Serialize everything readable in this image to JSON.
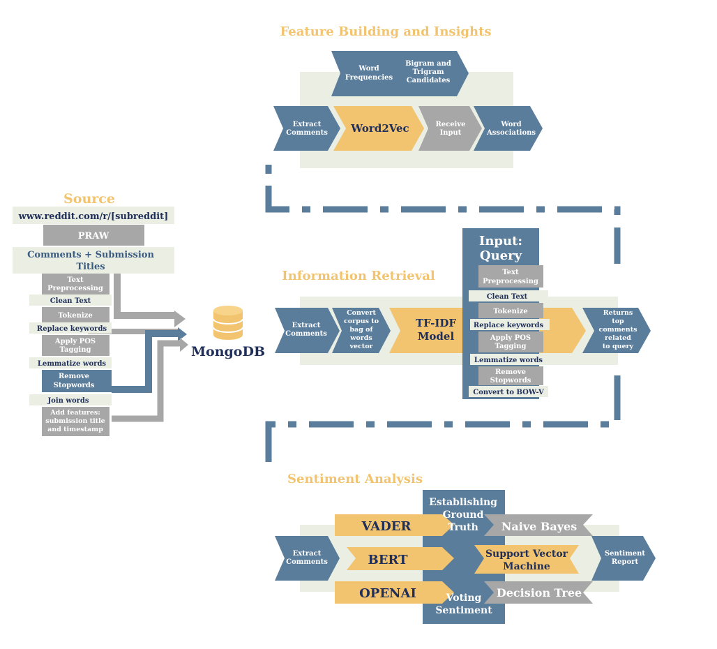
{
  "colors": {
    "blue": "#5a7d9c",
    "gold": "#f2c46f",
    "gray": "#a7a7a7",
    "panel": "#eaeee3",
    "title": "#f2c46f",
    "navy": "#1f2f5a",
    "white": "#ffffff",
    "dark_text": "#3a4a64"
  },
  "source": {
    "title": "Source",
    "url": "www.reddit.com/r/[subreddit]",
    "praw": "PRAW",
    "comments_1": "Comments + Submission",
    "comments_2": "Titles",
    "steps": {
      "text_prep_1": "Text",
      "text_prep_2": "Preprocessing",
      "clean": "Clean Text",
      "tokenize": "Tokenize",
      "replace": "Replace keywords",
      "pos_1": "Apply POS",
      "pos_2": "Tagging",
      "lemma": "Lemmatize words",
      "stop_1": "Remove",
      "stop_2": "Stopwords",
      "join": "Join words",
      "add_1": "Add features:",
      "add_2": "submission title",
      "add_3": "and timestamp"
    }
  },
  "mongodb": {
    "label": "MongoDB",
    "icon": "database-icon"
  },
  "feature": {
    "title": "Feature Building and Insights",
    "word_freq_1": "Word",
    "word_freq_2": "Frequencies",
    "bigram_1": "Bigram and",
    "bigram_2": "Trigram",
    "bigram_3": "Candidates",
    "extract_1": "Extract",
    "extract_2": "Comments",
    "word2vec": "Word2Vec",
    "receive_1": "Receive",
    "receive_2": "Input",
    "assoc_1": "Word",
    "assoc_2": "Associations"
  },
  "ir": {
    "title": "Information Retrieval",
    "extract_1": "Extract",
    "extract_2": "Comments",
    "convert_1": "Convert",
    "convert_2": "corpus to",
    "convert_3": "bag of",
    "convert_4": "words",
    "convert_5": "vector",
    "tfidf_1": "TF-IDF",
    "tfidf_2": "Model",
    "returns_1": "Returns",
    "returns_2": "top",
    "returns_3": "comments",
    "returns_4": "related",
    "returns_5": "to query",
    "query_1": "Input:",
    "query_2": "Query",
    "q_text_1": "Text",
    "q_text_2": "Preprocessing",
    "q_clean": "Clean Text",
    "q_tokenize": "Tokenize",
    "q_replace": "Replace keywords",
    "q_pos_1": "Apply POS",
    "q_pos_2": "Tagging",
    "q_lemma": "Lemmatize words",
    "q_stop_1": "Remove",
    "q_stop_2": "Stopwords",
    "q_bow": "Convert to BOW-V"
  },
  "sentiment": {
    "title": "Sentiment Analysis",
    "extract_1": "Extract",
    "extract_2": "Comments",
    "vader": "VADER",
    "bert": "BERT",
    "openai": "OPENAI",
    "truth_1": "Establishing",
    "truth_2": "Ground",
    "truth_3": "Truth",
    "voting_1": "Voting",
    "voting_2": "Sentiment",
    "naive": "Naive Bayes",
    "svm_1": "Support Vector",
    "svm_2": "Machine",
    "tree": "Decision Tree",
    "report_1": "Sentiment",
    "report_2": "Report"
  }
}
